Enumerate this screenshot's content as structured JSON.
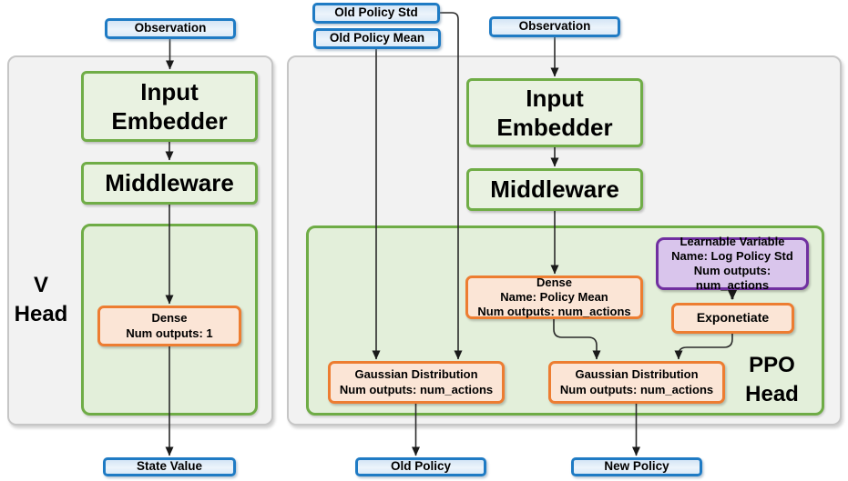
{
  "v": {
    "observation": "Observation",
    "input_embedder": "Input Embedder",
    "middleware": "Middleware",
    "head_label": [
      "V",
      "Head"
    ],
    "dense": {
      "title": "Dense",
      "line2": "Num outputs: 1"
    },
    "state_value": "State Value"
  },
  "ppo": {
    "old_policy_std": "Old Policy Std",
    "old_policy_mean": "Old Policy Mean",
    "observation": "Observation",
    "input_embedder": "Input Embedder",
    "middleware": "Middleware",
    "head_label": [
      "PPO",
      "Head"
    ],
    "dense": {
      "title": "Dense",
      "line2": "Name: Policy Mean",
      "line3": "Num outputs: num_actions"
    },
    "learnable_variable": {
      "title": "Learnable Variable",
      "line2": "Name: Log Policy Std",
      "line3": "Num outputs: num_actions"
    },
    "exponetiate": "Exponetiate",
    "gaussian_old": {
      "title": "Gaussian Distribution",
      "line2": "Num outputs: num_actions"
    },
    "gaussian_new": {
      "title": "Gaussian Distribution",
      "line2": "Num outputs: num_actions"
    },
    "old_policy": "Old Policy",
    "new_policy": "New Policy"
  },
  "colors": {
    "blue_border": "#1f7bc4",
    "blue_fill": "#dbeaf8",
    "green_border": "#70ad47",
    "green_fill": "#e9f2e1",
    "head_container_fill": "#e3efda",
    "orange_border": "#ed7d31",
    "orange_fill": "#fbe5d6",
    "purple_border": "#7030a0",
    "purple_fill": "#d9c5ec",
    "panel_fill": "#f2f2f2",
    "panel_border": "#c6c6c6",
    "arrow": "#2a2a2a"
  }
}
